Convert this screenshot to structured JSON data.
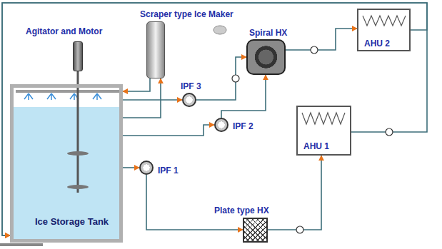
{
  "diagram": {
    "nodes": [
      {
        "text": [
          "Ice Storage Tank"
        ]
      },
      {
        "text": [
          "Agitator and Motor"
        ]
      },
      {
        "text": [
          "Scraper type Ice Maker"
        ]
      },
      {
        "text": [
          "IPF 3"
        ]
      },
      {
        "text": [
          "IPF 2"
        ]
      },
      {
        "text": [
          "IPF 1"
        ]
      },
      {
        "text": [
          "Spiral HX"
        ]
      },
      {
        "text": [
          "AHU 2"
        ]
      },
      {
        "text": [
          "AHU 1"
        ]
      },
      {
        "text": [
          "Plate type HX"
        ]
      }
    ],
    "edges": [
      {
        "from": 0,
        "to": 2,
        "arrow": "to"
      },
      {
        "from": 2,
        "to": 0,
        "arrow": "to"
      },
      {
        "from": 0,
        "to": 3,
        "arrow": "to"
      },
      {
        "from": 3,
        "to": 6,
        "arrow": "to"
      },
      {
        "from": 0,
        "to": 4,
        "arrow": "to"
      },
      {
        "from": 4,
        "to": 6,
        "arrow": "to"
      },
      {
        "from": 6,
        "to": 7,
        "arrow": "to"
      },
      {
        "from": 0,
        "to": 5,
        "arrow": "to"
      },
      {
        "from": 5,
        "to": 9,
        "arrow": "to"
      },
      {
        "from": 9,
        "to": 8,
        "arrow": "to"
      },
      {
        "from": 8,
        "to": 0,
        "arrow": "to"
      },
      {
        "from": 7,
        "to": 0,
        "arrow": "to"
      }
    ]
  }
}
